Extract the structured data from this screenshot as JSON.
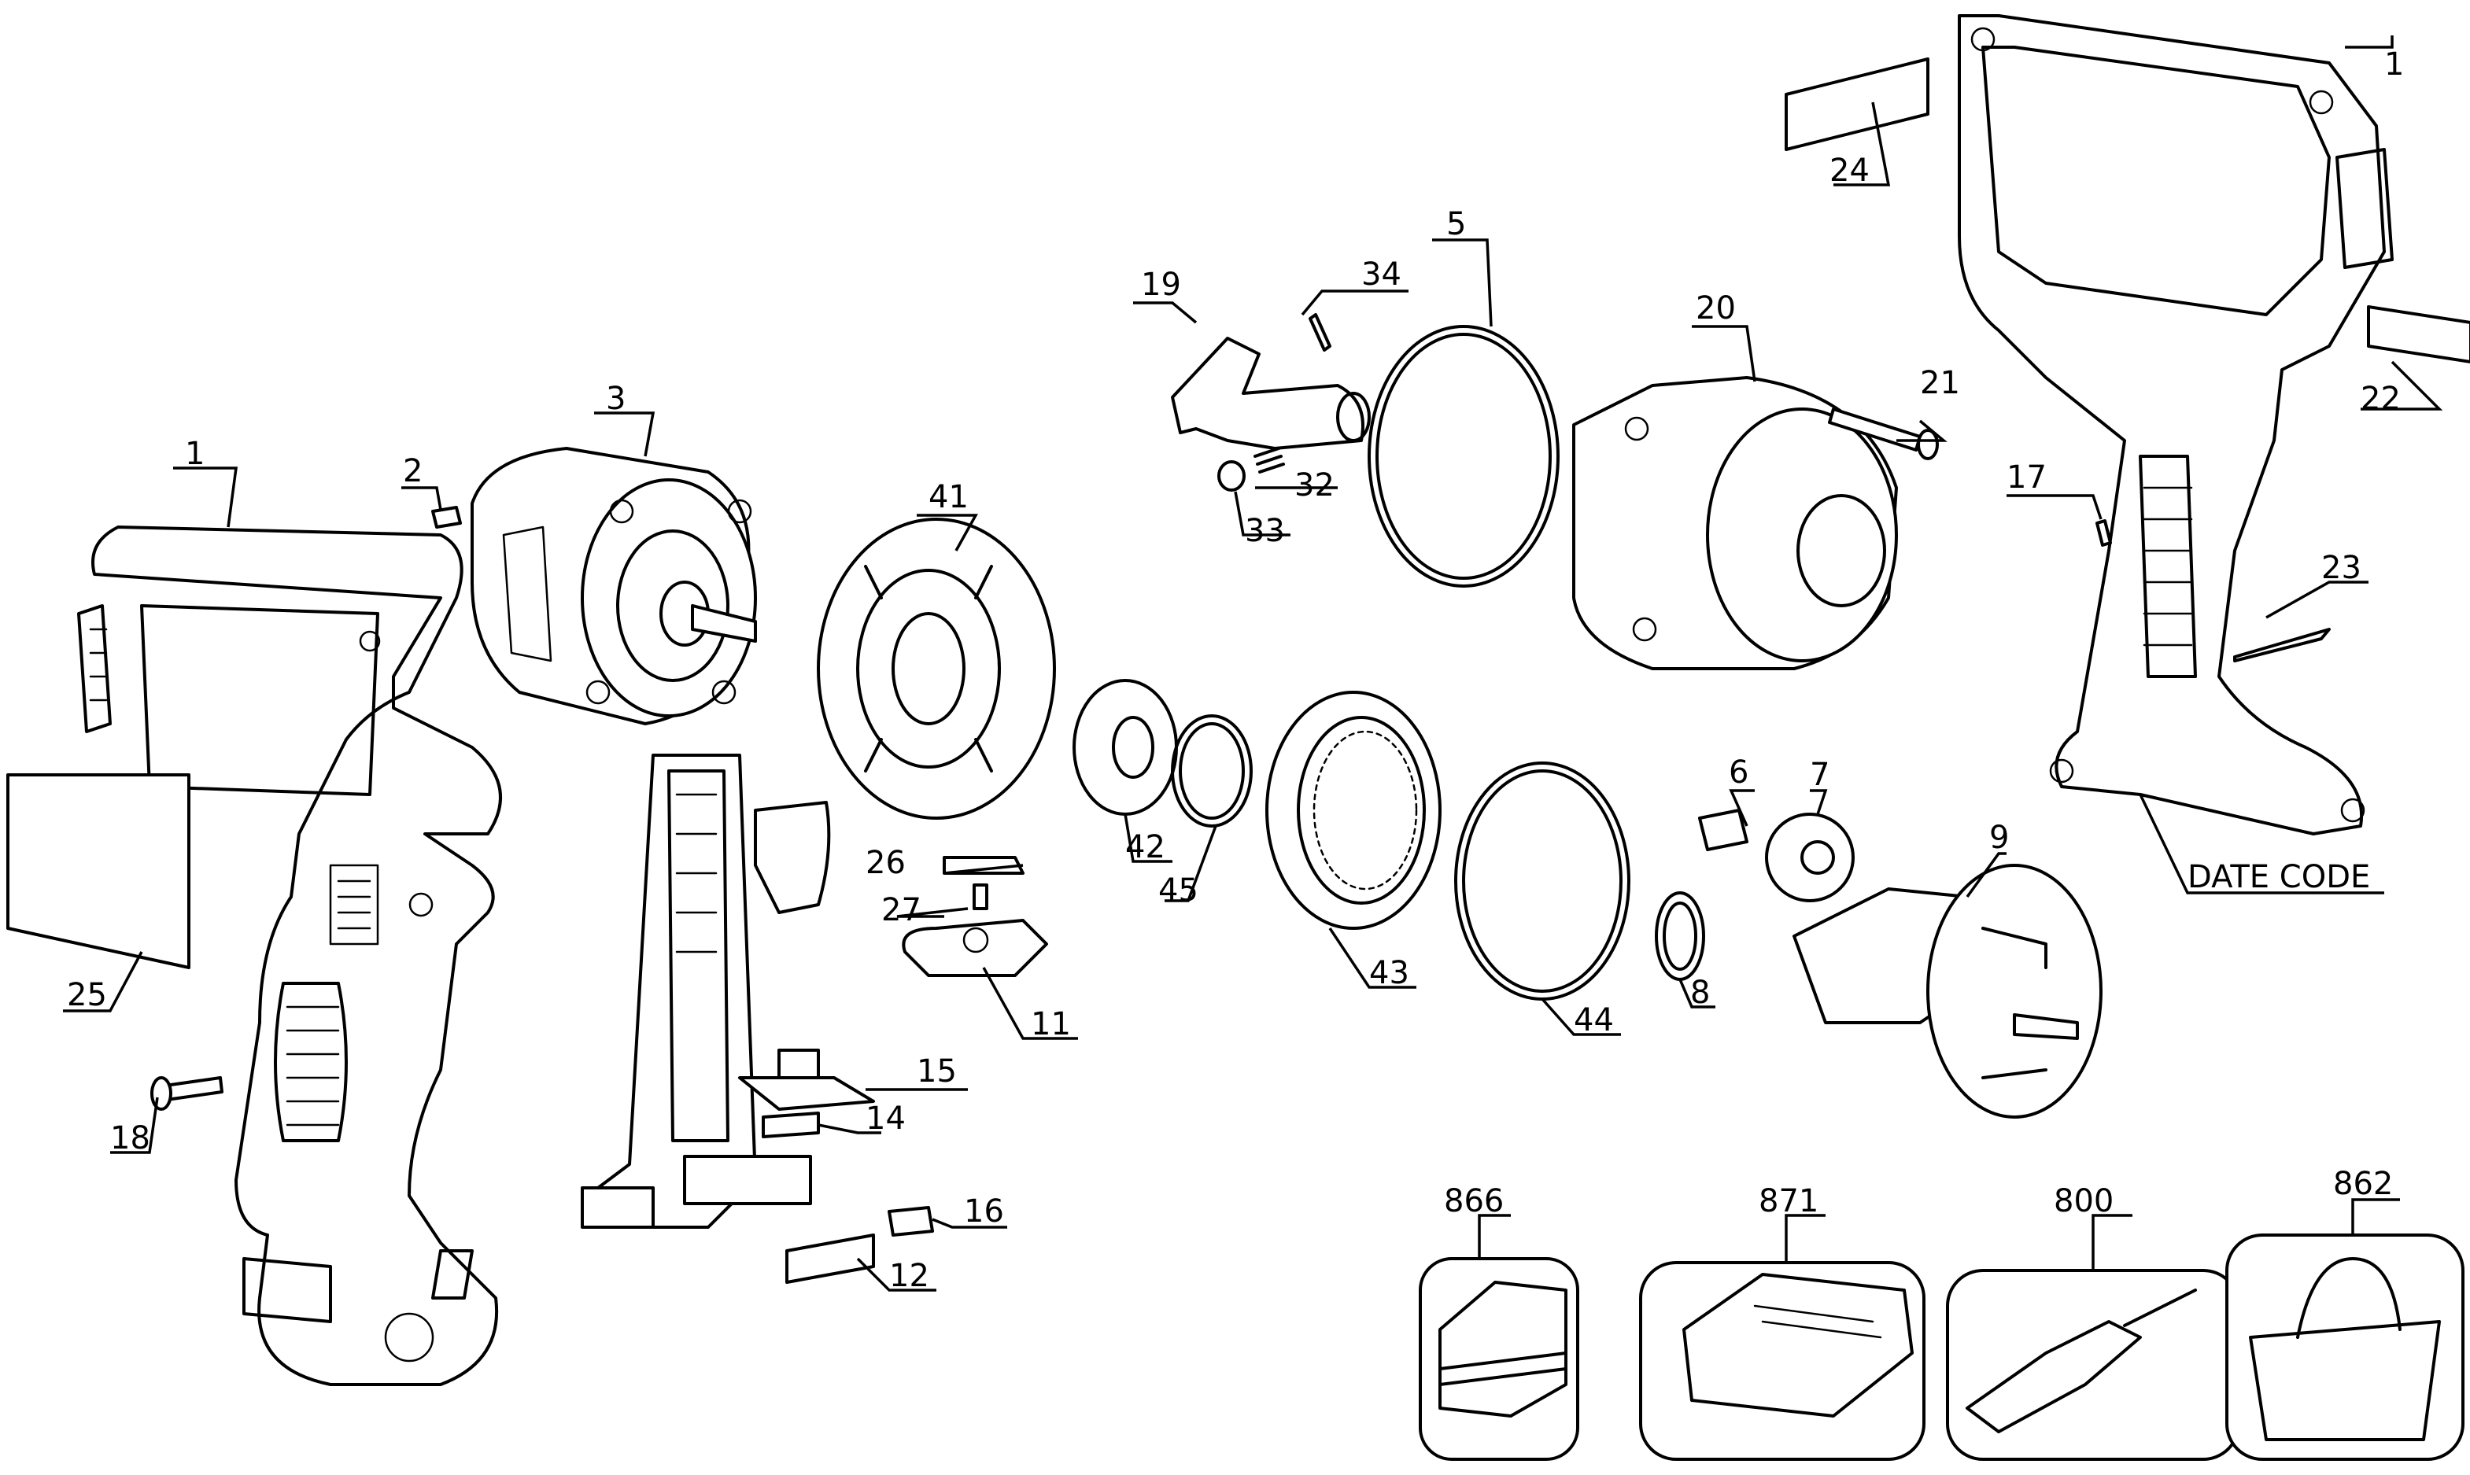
{
  "diagram": {
    "labels": {
      "p1_left": "1",
      "p1_right": "1",
      "p2": "2",
      "p3": "3",
      "p5": "5",
      "p6": "6",
      "p7": "7",
      "p8": "8",
      "p9": "9",
      "p11": "11",
      "p12": "12",
      "p14": "14",
      "p15": "15",
      "p16": "16",
      "p17": "17",
      "p18": "18",
      "p19": "19",
      "p20": "20",
      "p21": "21",
      "p22": "22",
      "p23": "23",
      "p24": "24",
      "p25": "25",
      "p26": "26",
      "p27": "27",
      "p32": "32",
      "p33": "33",
      "p34": "34",
      "p41": "41",
      "p42": "42",
      "p43": "43",
      "p44": "44",
      "p45": "45",
      "date_code": "DATE CODE",
      "acc866": "866",
      "acc871": "871",
      "acc800": "800",
      "acc862": "862"
    }
  }
}
